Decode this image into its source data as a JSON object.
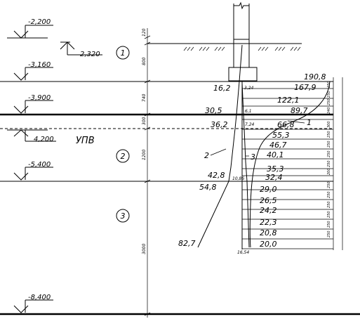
{
  "levels": [
    {
      "id": "l1",
      "label": "-2,200"
    },
    {
      "id": "l2",
      "label": "2,320"
    },
    {
      "id": "l3",
      "label": "-3,160"
    },
    {
      "id": "l4",
      "label": "-3,900"
    },
    {
      "id": "l5",
      "label": "4,200"
    },
    {
      "id": "l6",
      "label": "-5,400"
    },
    {
      "id": "l7",
      "label": "-8,400"
    }
  ],
  "gwl_label": "УПВ",
  "layer_numbers": [
    "1",
    "2",
    "3"
  ],
  "dimensions": [
    "120",
    "800",
    "740",
    "300",
    "1200",
    "3000"
  ],
  "curve_labels": [
    "1",
    "2",
    "3"
  ],
  "stress_left": [
    "16,2",
    "30,5",
    "36,2",
    "42,8",
    "54,8",
    "82,7"
  ],
  "stress_small": [
    "3,24",
    "6,1",
    "7,24",
    "10,86",
    "16,54"
  ],
  "stress_right": [
    "190,8",
    "167,9",
    "122,1",
    "89,7",
    "66,8",
    "55,3",
    "46,7",
    "40,1",
    "35,3",
    "32,4",
    "29,0",
    "26,5",
    "24,2",
    "22,3",
    "20,8",
    "20,0"
  ],
  "right_dims": [
    "250",
    "250",
    "250",
    "240",
    "300",
    "250",
    "250",
    "250",
    "250",
    "200",
    "250",
    "250",
    "250",
    "250",
    "250",
    "250"
  ]
}
